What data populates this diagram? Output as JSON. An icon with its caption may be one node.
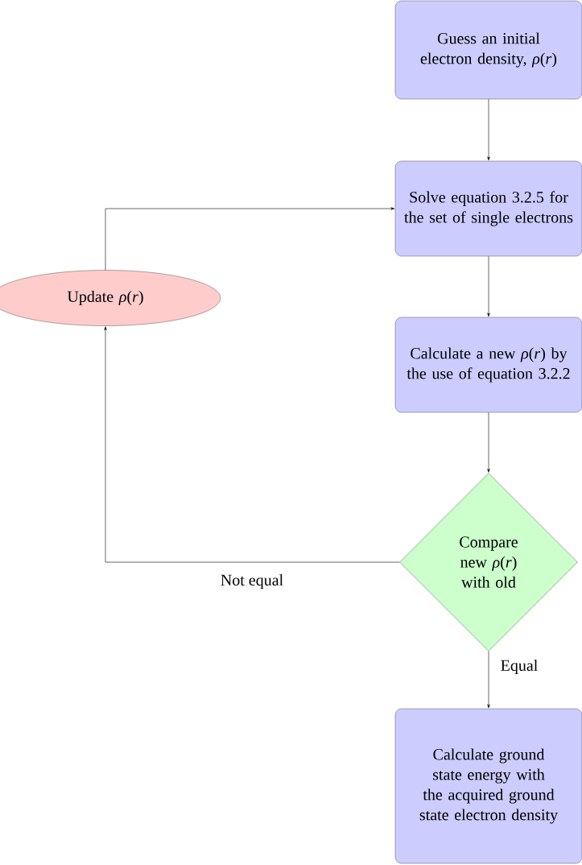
{
  "diagram": {
    "nodes": [
      {
        "text": [
          "Guess an initial electron density, *ρ*(*r*)"
        ]
      },
      {
        "text": [
          "Solve equation 3.2.5 for the set of single electrons"
        ]
      },
      {
        "text": [
          "Calculate a new *ρ*(*r*) by the use of equation 3.2.2"
        ]
      },
      {
        "text": [
          "Compare new *ρ*(*r*) with old"
        ]
      },
      {
        "text": [
          "Calculate ground state energy with the acquired ground state electron density"
        ]
      },
      {
        "text": [
          "Update *ρ*(*r*)"
        ]
      }
    ],
    "edges": [
      {
        "from": 0,
        "to": 1,
        "arrow": "to"
      },
      {
        "from": 1,
        "to": 2,
        "arrow": "to"
      },
      {
        "from": 2,
        "to": 3,
        "arrow": "to"
      },
      {
        "from": 3,
        "to": 5,
        "arrow": "to",
        "label": "Not equal"
      },
      {
        "from": 5,
        "to": 1,
        "arrow": "to"
      },
      {
        "from": 3,
        "to": 4,
        "arrow": "to",
        "label": "Equal"
      }
    ]
  }
}
